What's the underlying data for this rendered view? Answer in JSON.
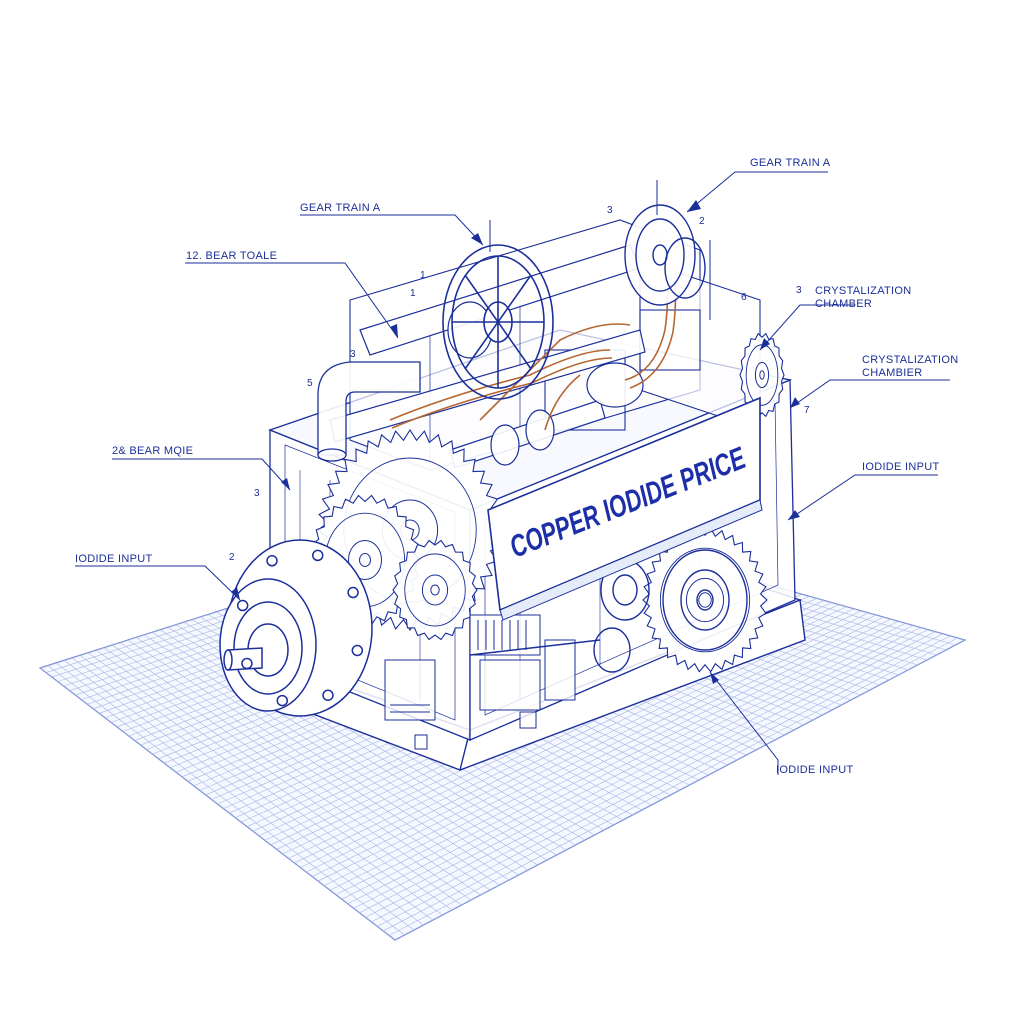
{
  "sign": {
    "text": "COPPER IODIDE PRICE"
  },
  "callouts": [
    {
      "id": "gear-train-a-top-right",
      "text": "GEAR TRAIN A"
    },
    {
      "id": "gear-train-a-left",
      "text": "GEAR TRAIN A"
    },
    {
      "id": "bear-toale",
      "text": "12. BEAR TOALE"
    },
    {
      "id": "crystalization-chamber-upper",
      "line1": "CRYSTALIZATION",
      "line2": "CHAMBER"
    },
    {
      "id": "crystalization-chamber-lower",
      "line1": "CRYSTALIZATION",
      "line2": "CHAMBIER"
    },
    {
      "id": "bear-mqie",
      "text": "2& BEAR MQIE"
    },
    {
      "id": "iodide-input-left",
      "text": "IODIDE INPUT"
    },
    {
      "id": "iodide-input-right",
      "text": "IODIDE INPUT"
    },
    {
      "id": "iodide-input-bottom",
      "text": "IODIDE INPUT"
    }
  ],
  "part_numbers": [
    "3",
    "2",
    "3",
    "1",
    "1",
    "3",
    "5",
    "3",
    "2",
    "6",
    "7"
  ],
  "colors": {
    "ink": "#1b2f9a",
    "grid": "#9fb0e0",
    "copper": "#b5652f",
    "paper": "#ffffff"
  }
}
